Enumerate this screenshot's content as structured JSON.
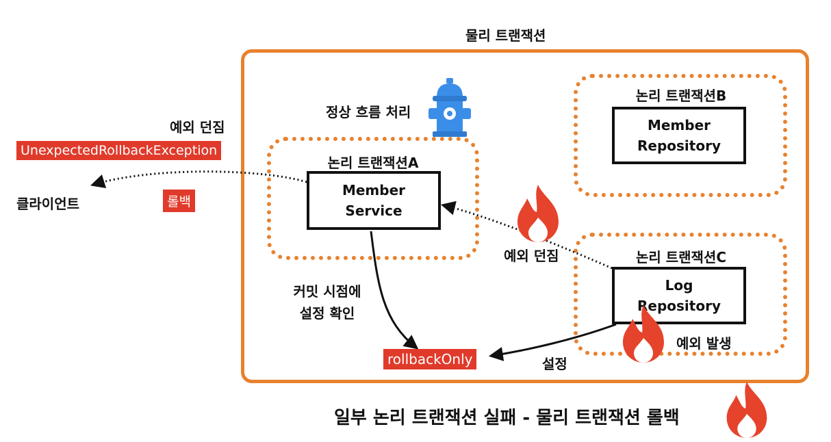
{
  "title": {
    "physical_transaction": "물리 트랜잭션",
    "bottom_caption": "일부 논리 트랜잭션 실패 - 물리 트랜잭션 롤백"
  },
  "left": {
    "exception_throw": "예외 던짐",
    "exception_name": "UnexpectedRollbackException",
    "client": "클라이언트",
    "rollback": "롤백"
  },
  "normal_flow": "정상 흐름 처리",
  "logical_a": {
    "label": "논리 트랜잭션A",
    "component": "Member\nService"
  },
  "logical_b": {
    "label": "논리 트랜잭션B",
    "component": "Member\nRepository"
  },
  "logical_c": {
    "label": "논리 트랜잭션C",
    "component": "Log\nRepository"
  },
  "arrows": {
    "exception_throw_middle": "예외 던짐",
    "check_at_commit": "커밋 시점에\n설정 확인",
    "set": "설정",
    "exception_occurred": "예외 발생"
  },
  "rollback_only": "rollbackOnly",
  "colors": {
    "accent_orange": "#e8812e",
    "tag_red": "#e03a2b",
    "fire_red": "#e5432c",
    "hydrant_blue": "#3b8ee8"
  },
  "icons": [
    "fire-hydrant-icon",
    "fire-icon"
  ]
}
